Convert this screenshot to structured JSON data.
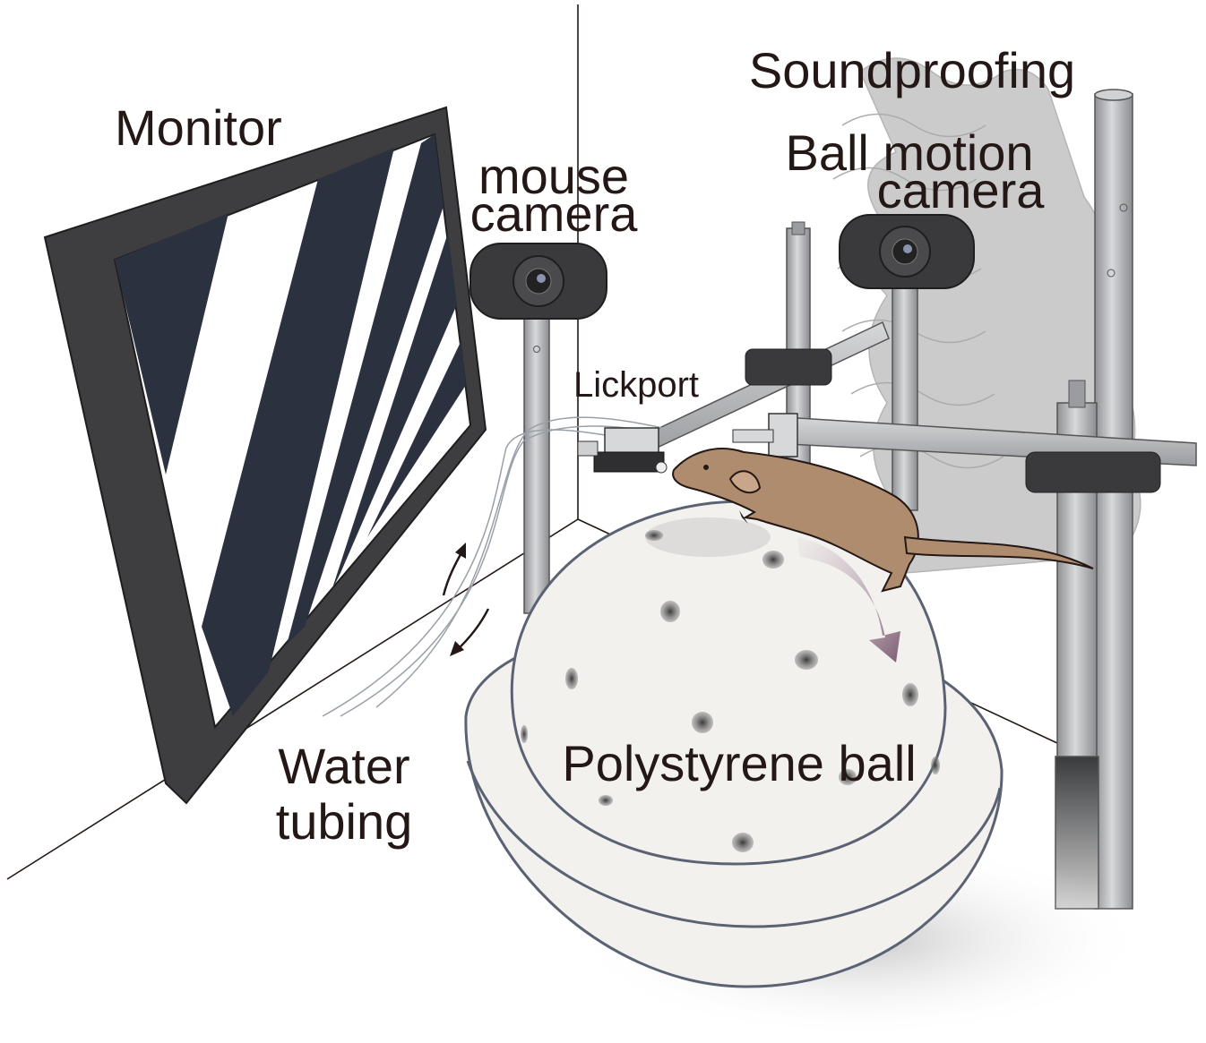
{
  "labels": {
    "monitor": "Monitor",
    "mouse_camera_line1": "mouse",
    "mouse_camera_line2": "camera",
    "soundproofing": "Soundproofing",
    "ball_camera_line1": "Ball motion",
    "ball_camera_line2": "camera",
    "lickport": "Lickport",
    "water_tubing_line1": "Water",
    "water_tubing_line2": "tubing",
    "polystyrene_ball": "Polystyrene ball"
  },
  "colors": {
    "monitor_frame": "#3e3e40",
    "monitor_dark_stripe": "#2c3140",
    "ball_fill": "#f3f1ee",
    "ball_outline": "#5a6273",
    "mouse_fill": "#b08c6e",
    "arrow": "#8a6e7f",
    "pole": "#b9bbbe",
    "camera": "#3a3a3c",
    "soundproofing": "#b7b7b7"
  }
}
